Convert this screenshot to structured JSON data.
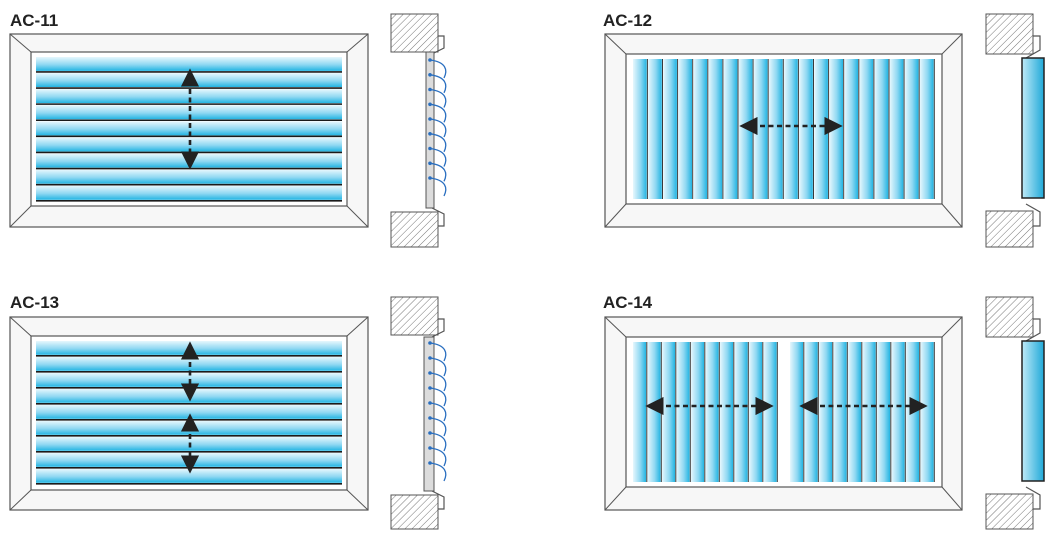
{
  "panels": [
    {
      "id": "ac11",
      "title": "AC-11",
      "orientation": "horizontal",
      "blade_count": 9,
      "arrow": "vertical",
      "arrow_groups": 1,
      "airflow_lines": 9
    },
    {
      "id": "ac12",
      "title": "AC-12",
      "orientation": "vertical",
      "blade_count": 20,
      "arrow": "horizontal",
      "arrow_groups": 1,
      "airflow_lines": 0
    },
    {
      "id": "ac13",
      "title": "AC-13",
      "orientation": "horizontal",
      "blade_count": 9,
      "arrow": "vertical",
      "arrow_groups": 2,
      "airflow_lines": 9
    },
    {
      "id": "ac14",
      "title": "AC-14",
      "orientation": "vertical",
      "blade_count": 20,
      "arrow": "horizontal",
      "arrow_groups": 2,
      "airflow_lines": 0
    }
  ],
  "colors": {
    "blade_light": "#e6f7fd",
    "blade_dark": "#22b4e2",
    "frame_fill": "#f7f7f7",
    "frame_stroke": "#555555",
    "wall_hatch": "#777777",
    "arrow": "#222222",
    "airflow": "#2a6fc0"
  },
  "icons": [
    "double-arrow-vertical",
    "double-arrow-horizontal",
    "wall-hatch",
    "airflow-curve"
  ]
}
